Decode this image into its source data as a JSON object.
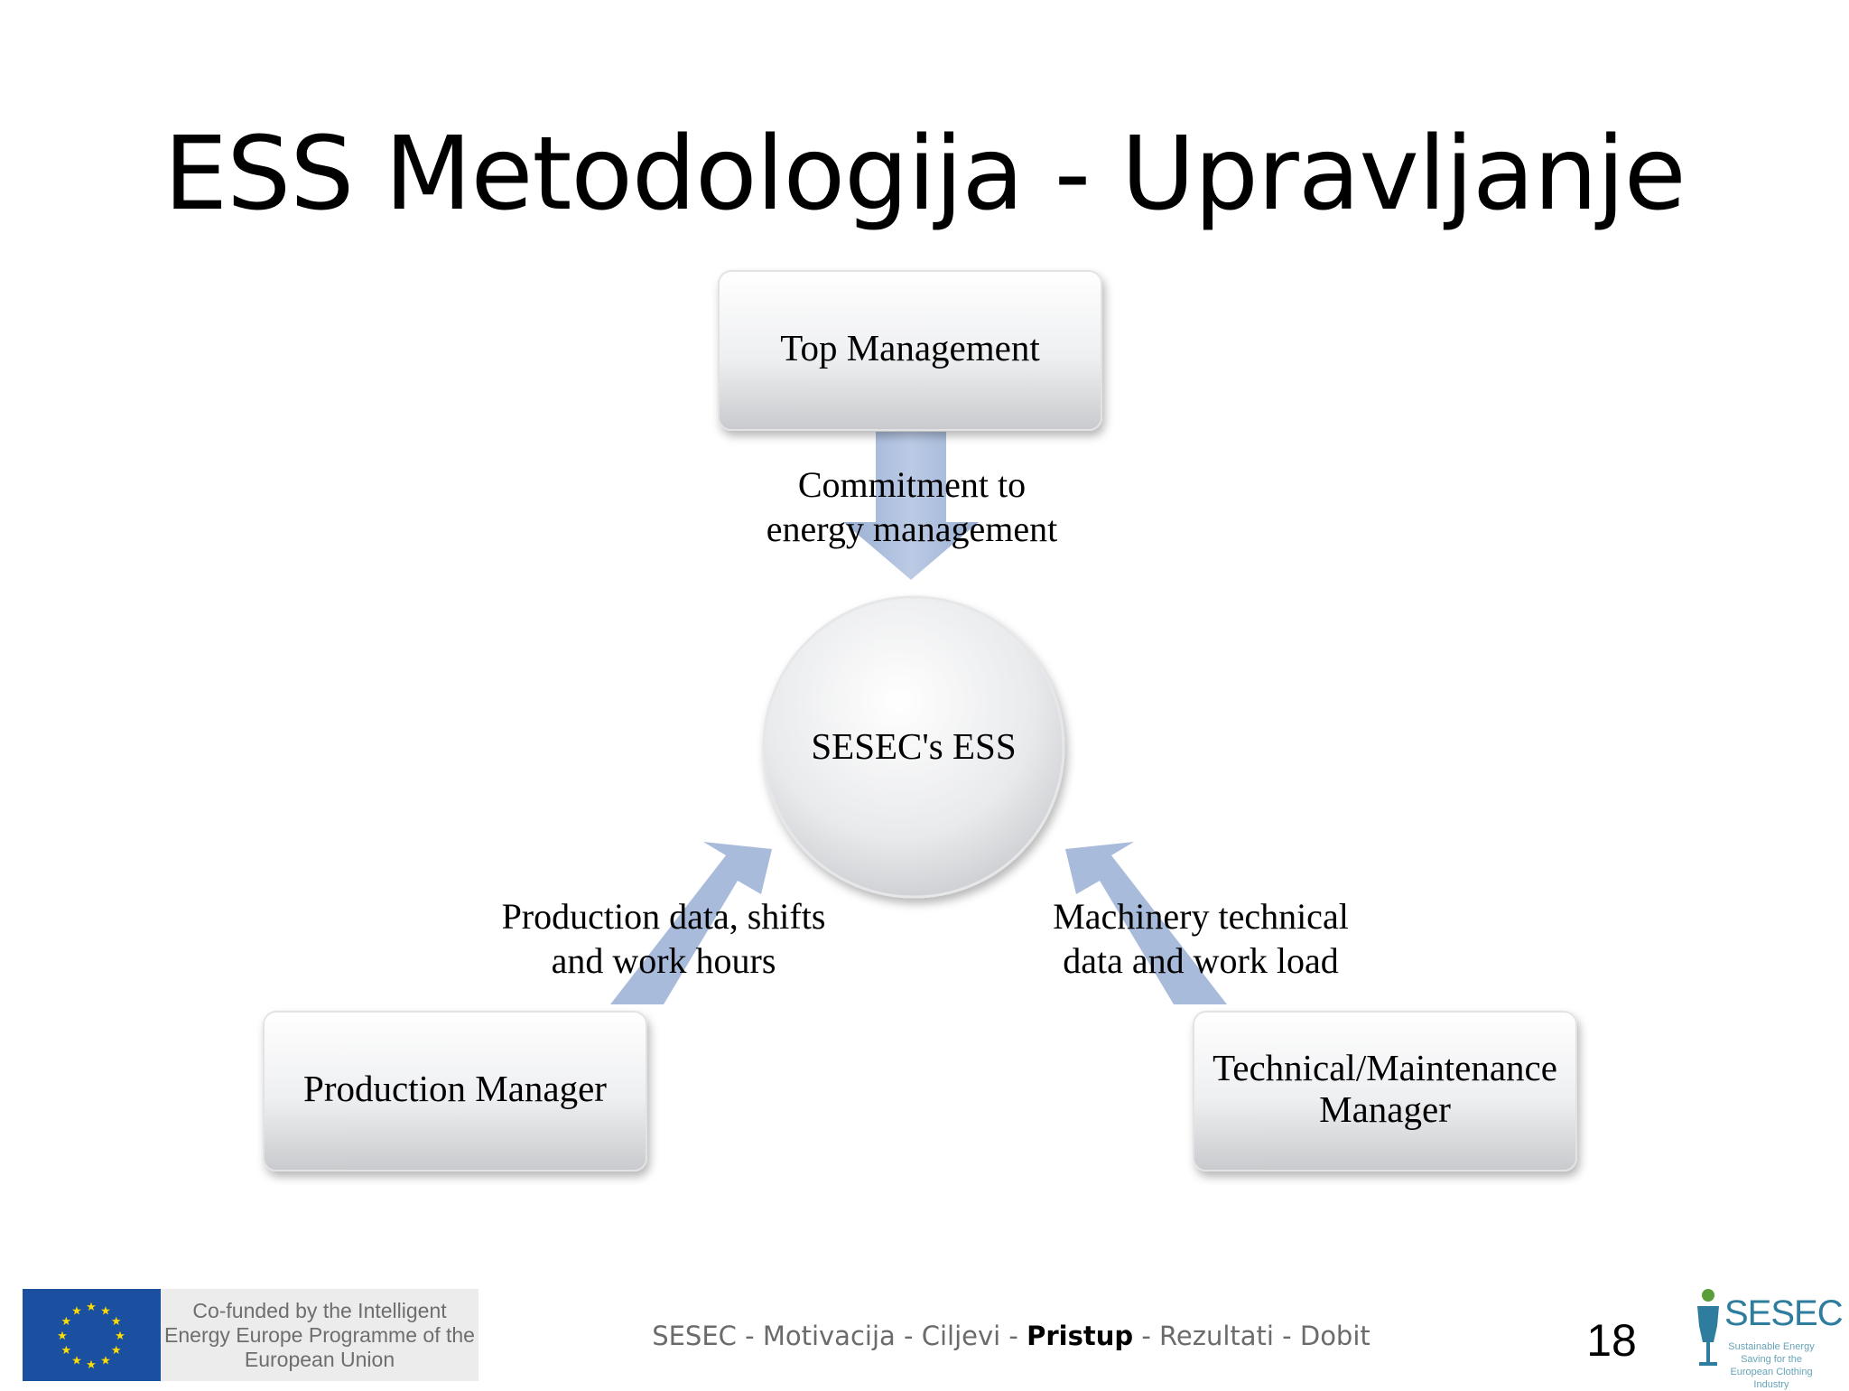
{
  "slide": {
    "title": "ESS Metodologija - Upravljanje",
    "page_number": "18"
  },
  "diagram": {
    "nodes": {
      "top": "Top Management",
      "center": "SESEC's ESS",
      "left": "Production Manager",
      "right": "Technical/Maintenance Manager"
    },
    "arrows": {
      "top": {
        "line1": "Commitment to",
        "line2": "energy management"
      },
      "left": {
        "line1": "Production data, shifts",
        "line2": "and work hours"
      },
      "right": {
        "line1": "Machinery technical",
        "line2": "data and work load"
      }
    }
  },
  "footer": {
    "nav": [
      {
        "label": "SESEC",
        "active": false
      },
      {
        "label": "Motivacija",
        "active": false
      },
      {
        "label": "Ciljevi",
        "active": false
      },
      {
        "label": "Pristup",
        "active": true
      },
      {
        "label": "Rezultati",
        "active": false
      },
      {
        "label": "Dobit",
        "active": false
      }
    ],
    "separator": " - ",
    "eu_notice": "Co-funded by the Intelligent Energy Europe Programme of the European Union",
    "logo_word": "SESEC",
    "logo_tagline": "Sustainable Energy Saving for the European Clothing Industry"
  },
  "colors": {
    "arrow_fill": "#9fb4d6",
    "box_fill_top": "#ffffff",
    "box_fill_bottom": "#cfd0d3",
    "eu_blue": "#1b4fa0",
    "eu_star": "#ffdd00",
    "logo_teal": "#2f7d9e"
  }
}
